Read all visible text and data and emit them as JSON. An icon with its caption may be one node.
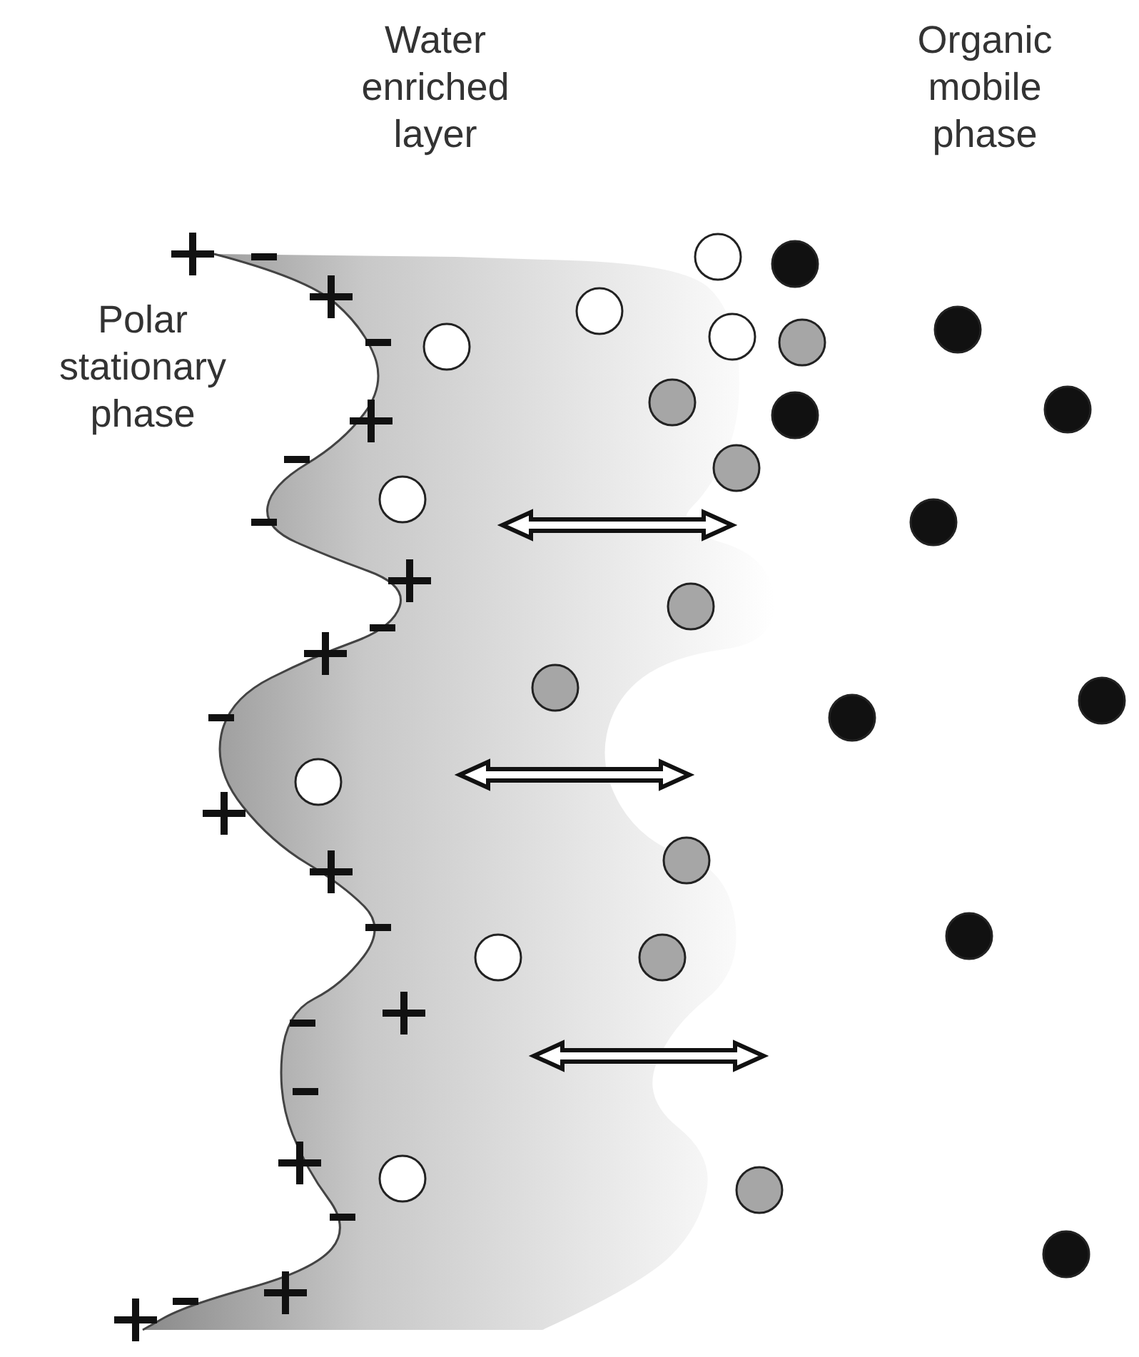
{
  "diagram": {
    "labels": [
      "Water enriched layer",
      "Organic mobile phase",
      "Polar stationary phase"
    ]
  }
}
